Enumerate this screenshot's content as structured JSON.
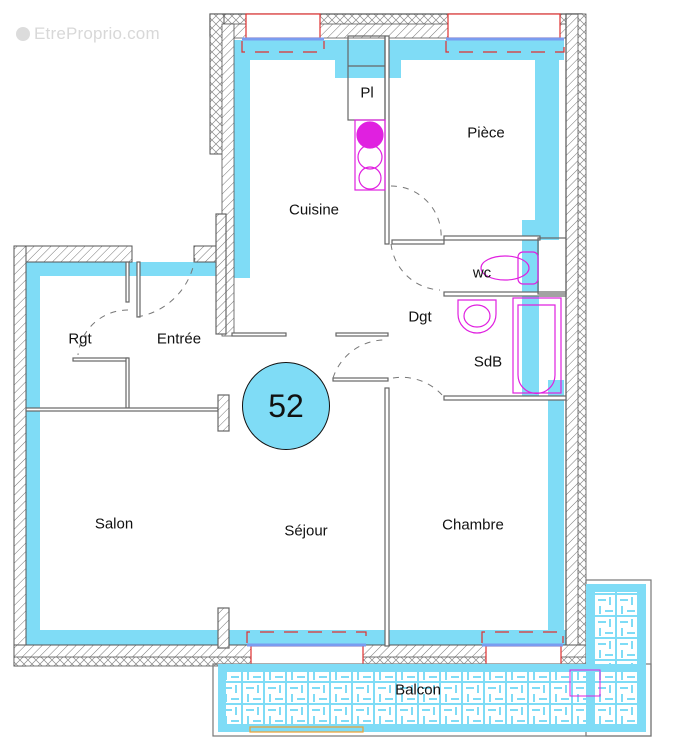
{
  "watermark": {
    "text": "EtreProprio.com"
  },
  "plan": {
    "unit_number": "52",
    "colors": {
      "floor_accent": "#7fdcf6",
      "wall_line": "#555555",
      "window": "#e03030",
      "fixture": "#e020e0",
      "balcony_hatch": "#ffffff"
    }
  },
  "rooms": [
    {
      "id": "pl",
      "label": "Pl"
    },
    {
      "id": "piece",
      "label": "Pièce"
    },
    {
      "id": "cuisine",
      "label": "Cuisine"
    },
    {
      "id": "wc",
      "label": "wc"
    },
    {
      "id": "dgt",
      "label": "Dgt"
    },
    {
      "id": "rgt",
      "label": "Rgt"
    },
    {
      "id": "entree",
      "label": "Entrée"
    },
    {
      "id": "sdb",
      "label": "SdB"
    },
    {
      "id": "salon",
      "label": "Salon"
    },
    {
      "id": "sejour",
      "label": "Séjour"
    },
    {
      "id": "chambre",
      "label": "Chambre"
    },
    {
      "id": "balcon",
      "label": "Balcon"
    }
  ]
}
